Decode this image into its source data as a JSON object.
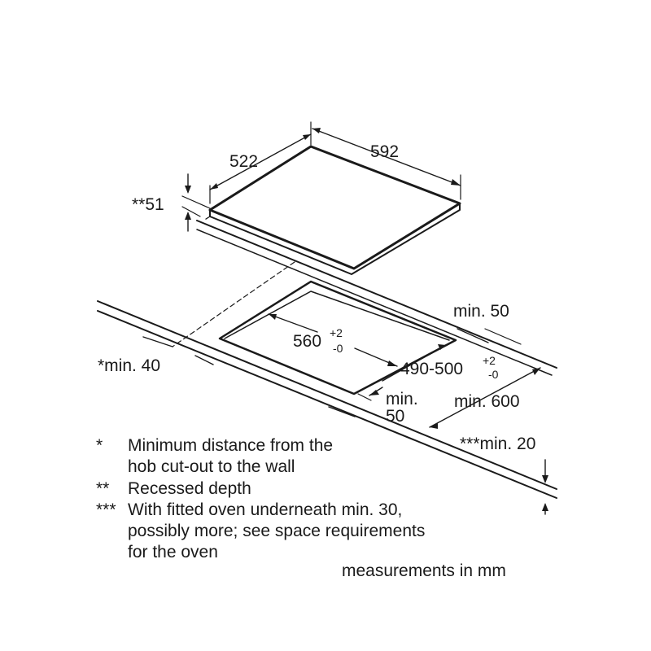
{
  "dimensions": {
    "hob_depth": "522",
    "hob_width": "592",
    "recessed_depth": "**51",
    "cutout_width": "560",
    "cutout_width_tol_plus": "+2",
    "cutout_width_tol_minus": "-0",
    "cutout_depth": "490-500",
    "cutout_depth_tol_plus": "+2",
    "cutout_depth_tol_minus": "-0",
    "rear_clearance": "min. 50",
    "wall_distance": "*min. 40",
    "front_min": "min.",
    "front_50": "50",
    "worktop_depth": "min. 600",
    "worktop_thickness": "***min. 20"
  },
  "notes": [
    {
      "mark": "*",
      "lines": [
        "Minimum distance from the",
        "hob cut-out to the wall"
      ]
    },
    {
      "mark": "**",
      "lines": [
        "Recessed depth"
      ]
    },
    {
      "mark": "***",
      "lines": [
        "With fitted oven underneath min. 30,",
        "possibly more; see space requirements",
        "for the oven"
      ]
    }
  ],
  "units_note": "measurements in mm"
}
